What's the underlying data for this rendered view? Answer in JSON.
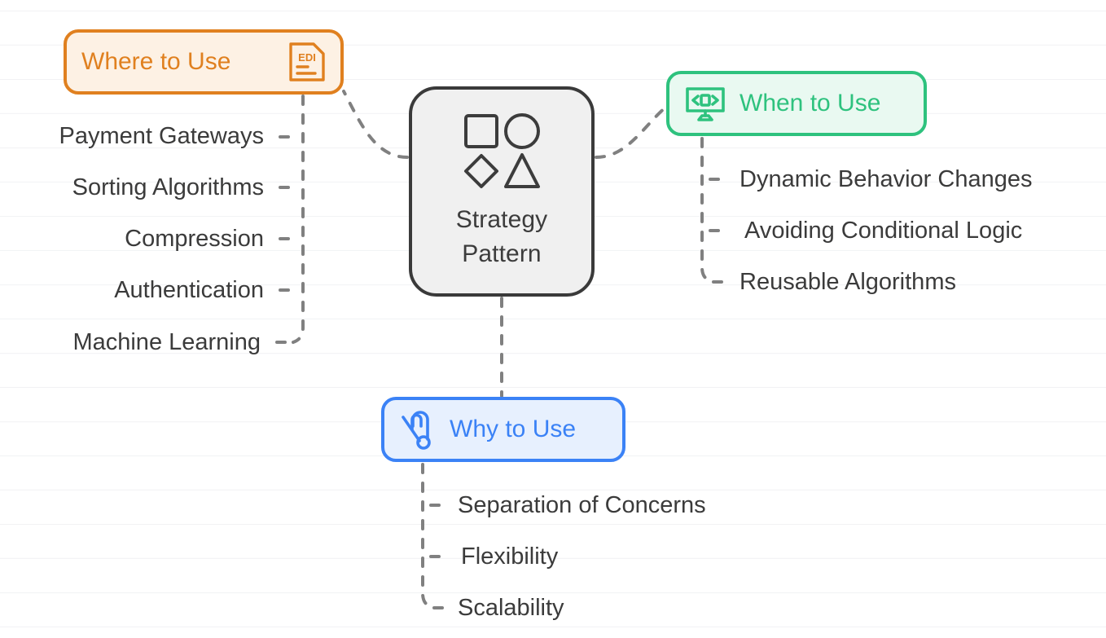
{
  "diagram": {
    "title": "Strategy Pattern mind map",
    "background": "#ffffff",
    "center": {
      "label": "Strategy\nPattern",
      "icon": "shapes-icon",
      "border_color": "#3a3a3a",
      "fill_color": "#f0f0f0",
      "text_color": "#3c3c3c",
      "shapes": [
        "square",
        "circle",
        "diamond",
        "triangle"
      ]
    },
    "branches": [
      {
        "id": "where",
        "label": "Where to Use",
        "icon": "document-edi-icon",
        "icon_text": "EDI",
        "icon_position": "right",
        "accent_color": "#e0801f",
        "fill_color": "#fdf1e4",
        "side": "left",
        "items": [
          "Payment Gateways",
          "Sorting Algorithms",
          "Compression",
          "Authentication",
          "Machine Learning"
        ]
      },
      {
        "id": "when",
        "label": "When to Use",
        "icon": "monitor-code-icon",
        "icon_position": "left",
        "accent_color": "#2ec27e",
        "fill_color": "#e9f9f1",
        "side": "right",
        "items": [
          "Dynamic Behavior Changes",
          "Avoiding Conditional Logic",
          "Reusable Algorithms"
        ]
      },
      {
        "id": "why",
        "label": "Why to Use",
        "icon": "safety-pin-icon",
        "icon_position": "left",
        "accent_color": "#3b82f6",
        "fill_color": "#e7f0fe",
        "side": "bottom",
        "items": [
          "Separation of Concerns",
          "Flexibility",
          "Scalability"
        ]
      }
    ],
    "connector": {
      "style": "dashed",
      "color": "#808080",
      "width": 4
    }
  }
}
